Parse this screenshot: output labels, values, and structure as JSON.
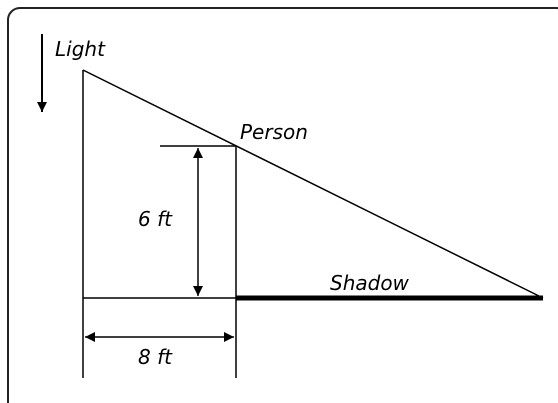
{
  "labels": {
    "light": "Light",
    "person": "Person",
    "height": "6 ft",
    "shadow": "Shadow",
    "distance": "8 ft"
  },
  "colors": {
    "line": "#000000",
    "frame": "#222222",
    "background": "#ffffff"
  }
}
